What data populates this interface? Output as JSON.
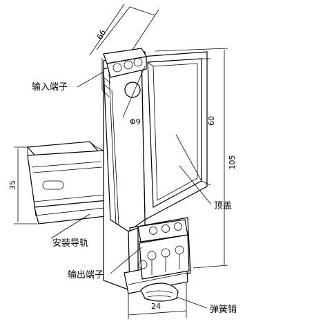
{
  "dimensions": {
    "depth": "66",
    "hole_diameter": "Φ9",
    "top_cover_height": "60",
    "total_height": "105",
    "rail_height": "35",
    "width": "24"
  },
  "labels": {
    "input_terminal": "输入端子",
    "output_terminal": "输出端子",
    "top_cover": "顶盖",
    "din_rail": "安装导轨",
    "spring_pin": "弹簧销"
  }
}
